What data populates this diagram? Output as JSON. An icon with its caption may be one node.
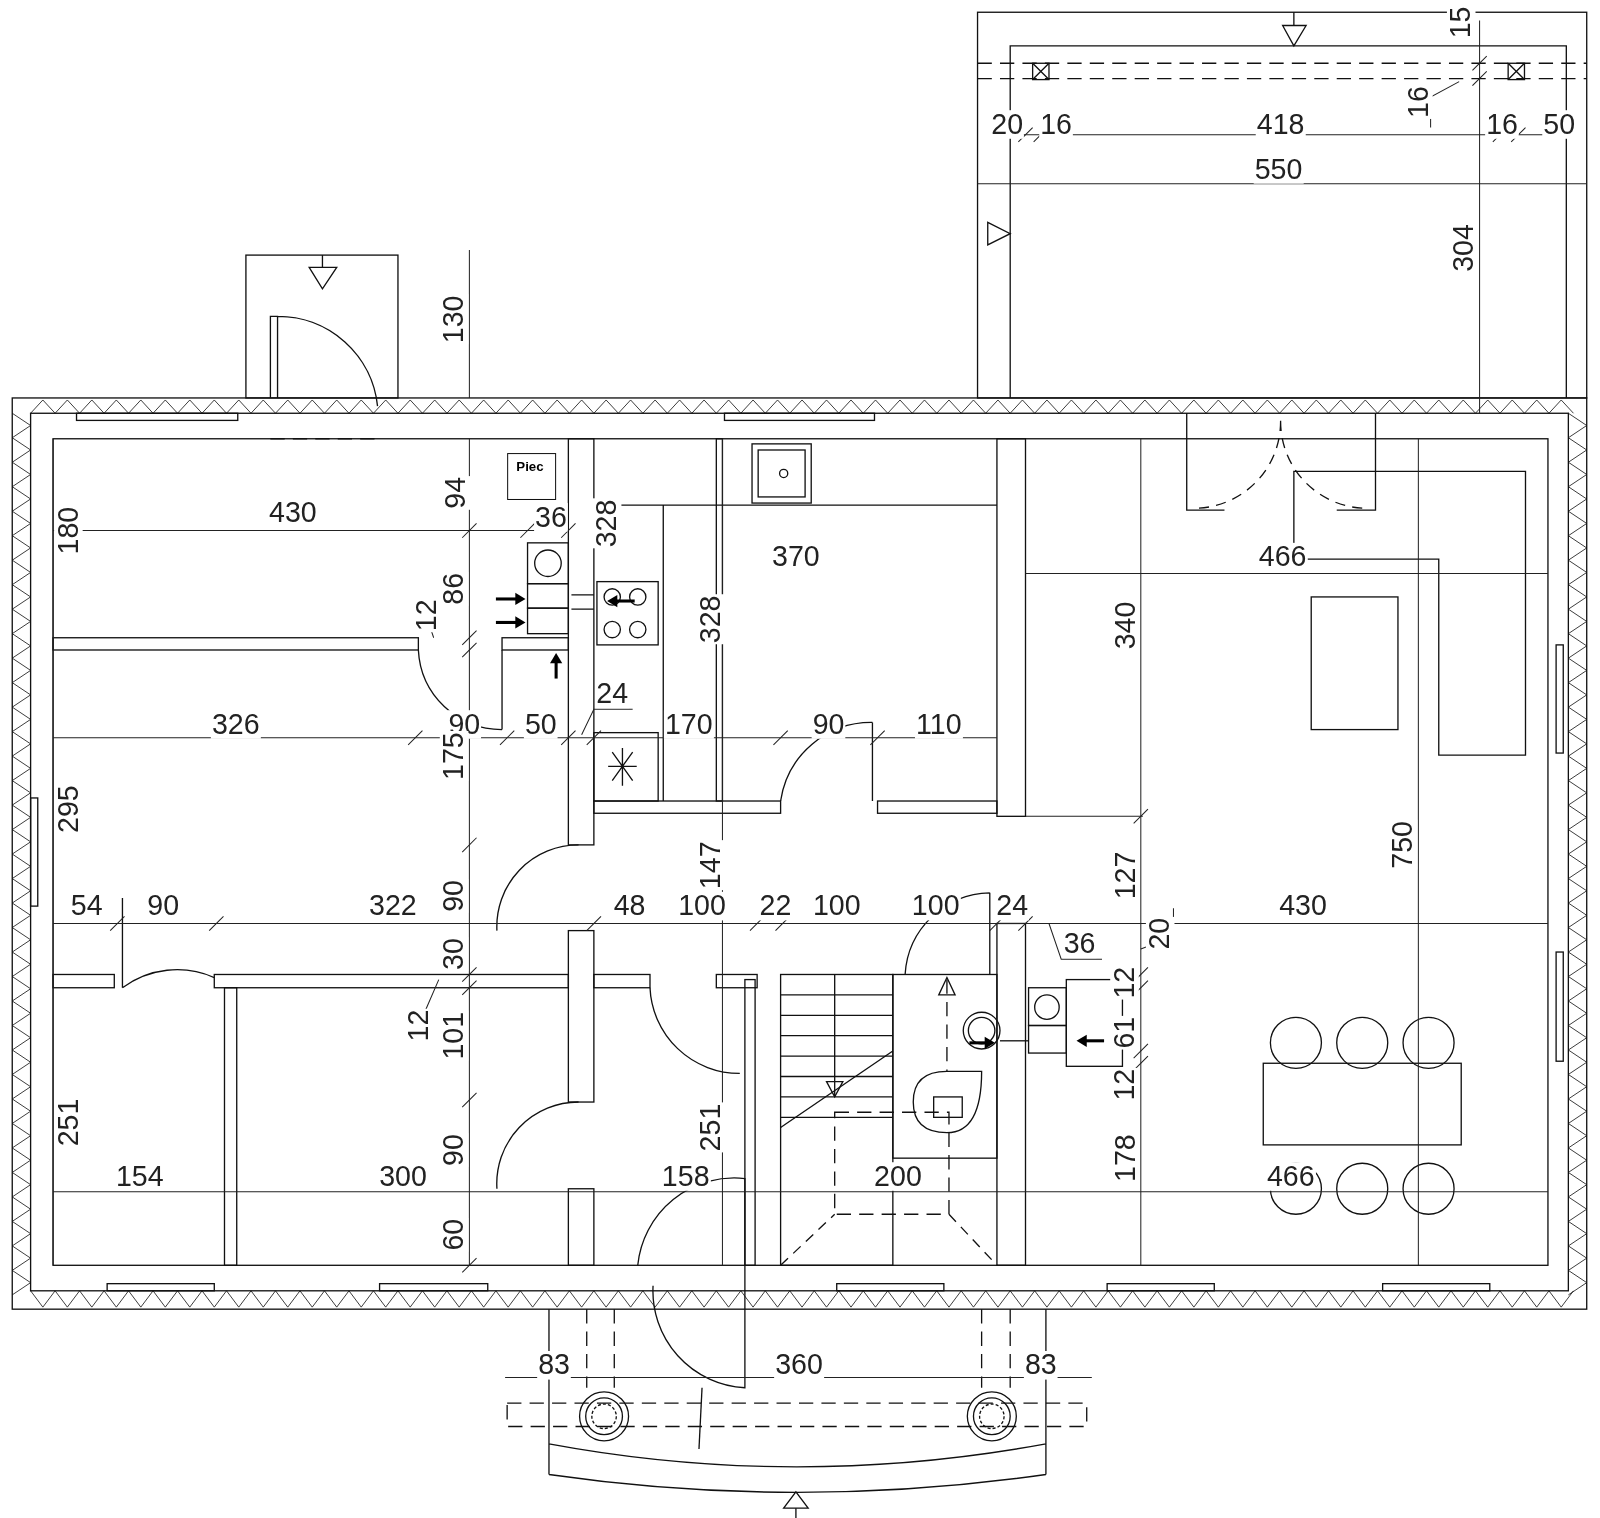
{
  "diagram": {
    "nodes": [
      {
        "text": [
          "Piec"
        ]
      }
    ],
    "labels": [
      "15",
      "20",
      "16",
      "418",
      "16",
      "16",
      "50",
      "550",
      "304",
      "130",
      "180",
      "430",
      "94",
      "36",
      "328",
      "370",
      "466",
      "12",
      "86",
      "328",
      "340",
      "24",
      "326",
      "90",
      "50",
      "170",
      "90",
      "110",
      "175",
      "295",
      "147",
      "127",
      "750",
      "54",
      "90",
      "322",
      "90",
      "48",
      "100",
      "22",
      "100",
      "100",
      "24",
      "430",
      "30",
      "36",
      "20",
      "12",
      "12",
      "101",
      "61",
      "12",
      "251",
      "90",
      "251",
      "178",
      "154",
      "300",
      "158",
      "200",
      "466",
      "60",
      "83",
      "360",
      "83"
    ]
  }
}
